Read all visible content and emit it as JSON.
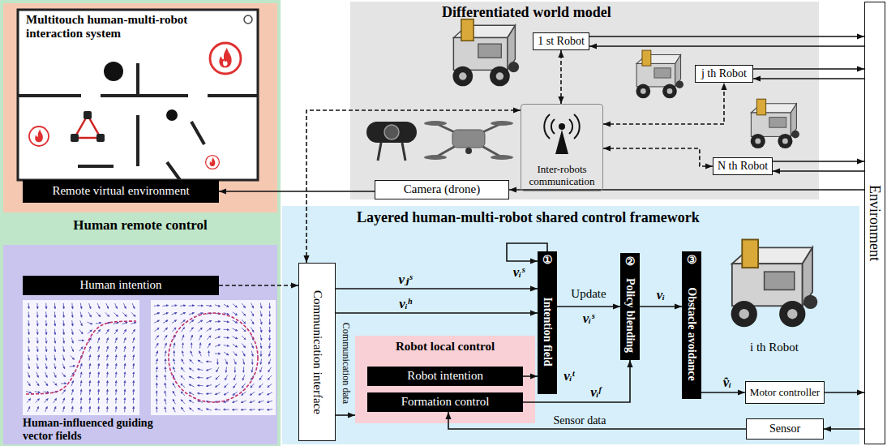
{
  "diagram": {
    "nodes": [
      {
        "text": [
          "Human remote control"
        ]
      },
      {
        "text": [
          "Multitouch human-multi-robot interaction system"
        ],
        "in": 0
      },
      {
        "text": [
          "Remote virtual environment"
        ],
        "in": 1
      },
      {
        "text": [
          "Human-influenced guiding vector fields"
        ],
        "in": 0
      },
      {
        "text": [
          "Human intention"
        ],
        "in": 3
      },
      {
        "text": [
          "Differentiated world model"
        ]
      },
      {
        "text": [
          "1 st Robot"
        ],
        "in": 5
      },
      {
        "text": [
          "j th Robot"
        ],
        "in": 5
      },
      {
        "text": [
          "Inter-robots communication"
        ],
        "in": 5
      },
      {
        "text": [
          "N th Robot"
        ],
        "in": 5
      },
      {
        "text": [
          "Camera (drone)"
        ],
        "in": 5
      },
      {
        "text": [
          "Environment"
        ]
      },
      {
        "text": [
          "Layered human-multi-robot shared control framework"
        ]
      },
      {
        "text": [
          "Communication interface"
        ],
        "in": 12
      },
      {
        "text": [
          "①",
          "Intention field"
        ],
        "in": 12
      },
      {
        "text": [
          "②",
          "Policy blending"
        ],
        "in": 12
      },
      {
        "text": [
          "③",
          "Obstacle avoidance"
        ],
        "in": 12
      },
      {
        "text": [
          "Robot local control"
        ],
        "in": 12
      },
      {
        "text": [
          "Robot intention"
        ],
        "in": 17
      },
      {
        "text": [
          "Formation control"
        ],
        "in": 17
      },
      {
        "text": [
          "Motor controller"
        ],
        "in": 12
      },
      {
        "text": [
          "Sensor"
        ],
        "in": 12
      }
    ],
    "edges": [
      {
        "from": 10,
        "to": 2,
        "arrow": "to"
      },
      {
        "from": 11,
        "to": 10,
        "arrow": "to"
      },
      {
        "from": 6,
        "to": 11,
        "arrow": "to"
      },
      {
        "from": 11,
        "to": 6,
        "arrow": "to"
      },
      {
        "from": 7,
        "to": 11,
        "arrow": "to"
      },
      {
        "from": 11,
        "to": 7,
        "arrow": "to"
      },
      {
        "from": 9,
        "to": 11,
        "arrow": "to"
      },
      {
        "from": 11,
        "to": 9,
        "arrow": "to"
      },
      {
        "from": 8,
        "to": 6,
        "arrow": "both"
      },
      {
        "from": 8,
        "to": 7,
        "arrow": "both"
      },
      {
        "from": 8,
        "to": 9,
        "arrow": "both"
      },
      {
        "from": 13,
        "to": 8,
        "arrow": "both"
      },
      {
        "from": 4,
        "to": 13,
        "arrow": "to"
      },
      {
        "from": 13,
        "to": 14,
        "label": "vⱼˢ",
        "arrow": "to"
      },
      {
        "from": 13,
        "to": 14,
        "label": "vᵢʰ",
        "arrow": "to"
      },
      {
        "from": 14,
        "to": 14,
        "label": "vᵢˢ",
        "arrow": "to"
      },
      {
        "from": 14,
        "to": 15,
        "label": "vᵢˢ",
        "arrow": "to"
      },
      {
        "from": 13,
        "to": 17,
        "label": "Communication data",
        "arrow": "to"
      },
      {
        "from": 18,
        "to": 14,
        "label": "vᵢᵗ",
        "arrow": "to"
      },
      {
        "from": 19,
        "to": 15,
        "label": "vᵢᶠ",
        "arrow": "to"
      },
      {
        "from": 15,
        "to": 16,
        "label": "vᵢ",
        "arrow": "to"
      },
      {
        "from": 16,
        "to": 20,
        "label": "v̂ᵢ",
        "arrow": "to"
      },
      {
        "from": 20,
        "to": 11,
        "arrow": "to"
      },
      {
        "from": 11,
        "to": 21,
        "arrow": "to"
      },
      {
        "from": 21,
        "to": 19,
        "label": "Sensor data",
        "arrow": "to"
      }
    ],
    "labels": [
      "Update",
      "i th Robot"
    ]
  }
}
